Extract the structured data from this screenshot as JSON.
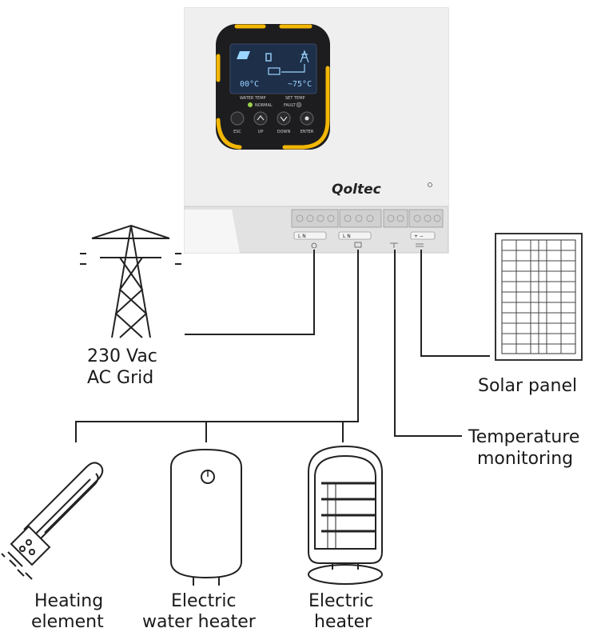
{
  "brand": "Qoltec",
  "display": {
    "water_temp": "00°C",
    "set_temp": "~75°C",
    "water_temp_label": "WATER TEMP",
    "set_temp_label": "SET TEMP",
    "indicator_normal": "NORMAL",
    "indicator_fault": "FAULT"
  },
  "buttons": [
    {
      "label": "ESC"
    },
    {
      "label": "UP"
    },
    {
      "label": "DOWN"
    },
    {
      "label": "ENTER"
    }
  ],
  "terminals": {
    "grid": "L  N",
    "load": "L  N",
    "pv": "+  −"
  },
  "labels": {
    "grid_line1": "230 Vac",
    "grid_line2": "AC  Grid",
    "solar": "Solar panel",
    "temp_line1": "Temperature",
    "temp_line2": "monitoring",
    "heating_line1": "Heating",
    "heating_line2": "element",
    "water_line1": "Electric",
    "water_line2": "water heater",
    "heater_line1": "Electric",
    "heater_line2": "heater"
  },
  "colors": {
    "accent": "#f2b705",
    "panel": "#1d1d1f",
    "lcd": "#1e2f4a",
    "lcd_text": "#9ad4ff",
    "wire": "#222222",
    "housing": "#ececec"
  }
}
